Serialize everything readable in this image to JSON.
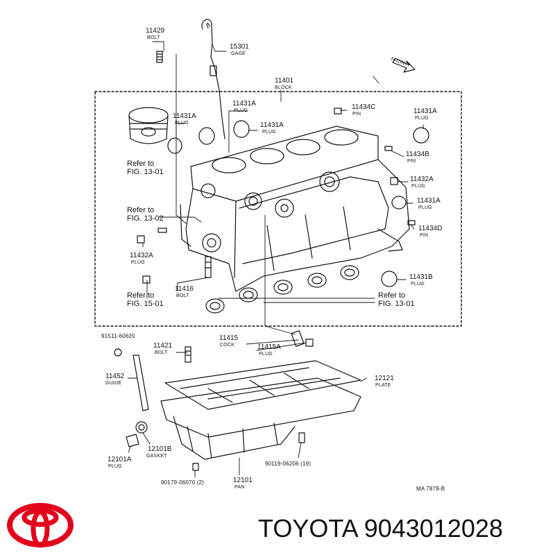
{
  "diagram_code": "MA 7878-B",
  "front_label": "FRONT",
  "brand_text": "TOYOTA 9043012028",
  "parts": [
    {
      "id": "p11429",
      "number": "11429",
      "name": "BOLT"
    },
    {
      "id": "p15301",
      "number": "15301",
      "name": "GAGE"
    },
    {
      "id": "p11401",
      "number": "11401",
      "name": "BLOCK"
    },
    {
      "id": "p11431a-1",
      "number": "11431A",
      "name": "PLUG"
    },
    {
      "id": "p11431a-2",
      "number": "11431A",
      "name": "PLUG"
    },
    {
      "id": "p11434c",
      "number": "11434C",
      "name": "PIN"
    },
    {
      "id": "p11431a-3",
      "number": "11431A",
      "name": "PLUG"
    },
    {
      "id": "p11431a-4",
      "number": "11431A",
      "name": "PLUG"
    },
    {
      "id": "p11434b",
      "number": "11434B",
      "name": "PIN"
    },
    {
      "id": "p11432a-1",
      "number": "11432A",
      "name": "PLUG"
    },
    {
      "id": "p11431a-5",
      "number": "11431A",
      "name": "PLUG"
    },
    {
      "id": "p11434d",
      "number": "11434D",
      "name": "PIN"
    },
    {
      "id": "p11432a-2",
      "number": "11432A",
      "name": "PLUG"
    },
    {
      "id": "p11431b",
      "number": "11431B",
      "name": "PLUG"
    },
    {
      "id": "p11416",
      "number": "11416",
      "name": "BOLT"
    },
    {
      "id": "p91511",
      "number": "91511-60620",
      "name": ""
    },
    {
      "id": "p11421",
      "number": "11421",
      "name": "BOLT"
    },
    {
      "id": "p11415",
      "number": "11415",
      "name": "COCK"
    },
    {
      "id": "p11415a",
      "number": "11415A",
      "name": "PLUG"
    },
    {
      "id": "p12121",
      "number": "12121",
      "name": "PLATE"
    },
    {
      "id": "p11452",
      "number": "11452",
      "name": "GUIDE"
    },
    {
      "id": "p12101b",
      "number": "12101B",
      "name": "GASKET"
    },
    {
      "id": "p12101a",
      "number": "12101A",
      "name": "PLUG"
    },
    {
      "id": "p90119",
      "number": "90119-06206 (19)",
      "name": ""
    },
    {
      "id": "p90179",
      "number": "90179-06070 (2)",
      "name": ""
    },
    {
      "id": "p12101",
      "number": "12101",
      "name": "PAN"
    }
  ],
  "references": [
    {
      "id": "r1301a",
      "line1": "Refer to",
      "line2": "FIG. 13-01"
    },
    {
      "id": "r1302",
      "line1": "Refer to",
      "line2": "FIG. 13-02"
    },
    {
      "id": "r1501",
      "line1": "Refer to",
      "line2": "FIG. 15-01"
    },
    {
      "id": "r1301b",
      "line1": "Refer to",
      "line2": "FIG. 13-01"
    }
  ],
  "colors": {
    "logo": "#e3001b",
    "ink": "#111111"
  },
  "icons": {
    "logo": "toyota-emblem-icon",
    "front_arrow": "front-arrow-icon"
  }
}
